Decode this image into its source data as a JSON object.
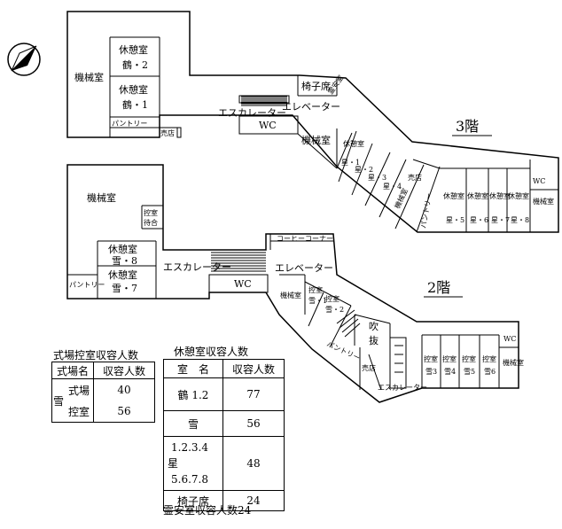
{
  "floors": {
    "floor3": {
      "label": "3階",
      "rooms": {
        "machine_left": "機械室",
        "rest_tsuru2": [
          "休憩室",
          "鶴・2"
        ],
        "rest_tsuru1": [
          "休憩室",
          "鶴・1"
        ],
        "pantry_left": "パントリー",
        "shop_left": "売店",
        "wc": "WC",
        "escalator": "エスカレーター",
        "elevator": "エレベーター",
        "chair_seats": "椅子席",
        "small_room": "霊安室",
        "machine_mid": "機械室",
        "hoshi_label": "休憩室",
        "hoshi": [
          "星・1",
          "星・2",
          "星・3",
          "星・4"
        ],
        "shop_right": "売店",
        "machine_diag": "機械室",
        "pantry_right": "パントリー",
        "rest_right": [
          "星・5",
          "星・6",
          "星・7",
          "星・8"
        ],
        "wc_right": "WC",
        "machine_right": "機械室"
      }
    },
    "floor2": {
      "label": "2階",
      "rooms": {
        "machine_left": "機械室",
        "waiting": [
          "控室",
          "待合"
        ],
        "rest_yuki8": [
          "休憩室",
          "雪・8"
        ],
        "rest_yuki7": [
          "休憩室",
          "雪・7"
        ],
        "pantry_left": "パントリー",
        "escalator": "エスカレーター",
        "wc": "WC",
        "coffee": "コーヒーコーナー",
        "elevator": "エレベーター",
        "machine_mid": "機械室",
        "ctrl_yuki1": [
          "控室",
          "雪・1"
        ],
        "ctrl_yuki2": [
          "控室",
          "雪・2"
        ],
        "atrium": [
          "吹",
          "抜"
        ],
        "pantry_right": "パントリー",
        "shop": "売店",
        "escalator2": "エスカレーター",
        "ctrl_right": [
          [
            "控室",
            "雪3"
          ],
          [
            "控室",
            "雪4"
          ],
          [
            "控室",
            "雪5"
          ],
          [
            "控室",
            "雪6"
          ]
        ],
        "wc_right": "WC",
        "machine_right": "機械室"
      }
    }
  },
  "table_ceremony": {
    "title": "式場控室収容人数",
    "headers": [
      "式場名",
      "収容人数"
    ],
    "group_label": "雪",
    "rows": [
      {
        "name": "式場",
        "count": "40"
      },
      {
        "name": "控室",
        "count": "56"
      }
    ]
  },
  "table_rest": {
    "title": "休憩室収容人数",
    "headers": [
      "室　名",
      "収容人数"
    ],
    "rows": [
      {
        "name": "鶴 1.2",
        "count": "77"
      },
      {
        "name": "雪",
        "count": "56"
      },
      {
        "name": "1.2.3.4",
        "prefix": "星",
        "name2": "5.6.7.8",
        "count": "48"
      },
      {
        "name": "椅子席",
        "count": "24"
      }
    ]
  },
  "footnote": "霊安室収容人数24"
}
